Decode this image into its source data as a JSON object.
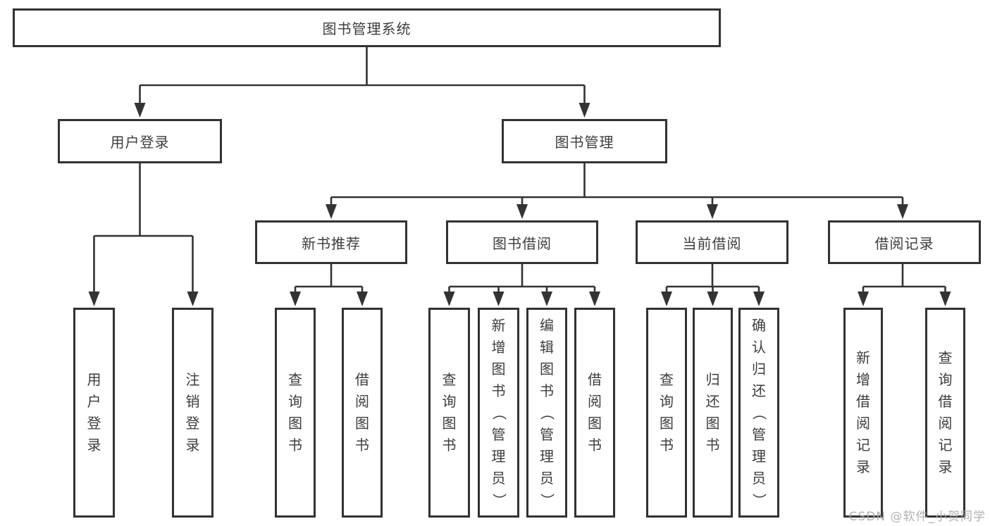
{
  "diagram": {
    "colors": {
      "line": "#333333",
      "box_border": "#323232",
      "box_background": "#ffffff",
      "text": "#3d3d3d",
      "watermark": "#a9a9a9"
    },
    "tree": {
      "root": {
        "label": "图书管理系统",
        "children": [
          {
            "label": "用户登录",
            "children": [
              {
                "label": "用户登录"
              },
              {
                "label": "注销登录"
              }
            ]
          },
          {
            "label": "图书管理",
            "children": [
              {
                "label": "新书推荐",
                "children": [
                  {
                    "label": "查询图书"
                  },
                  {
                    "label": "借阅图书"
                  }
                ]
              },
              {
                "label": "图书借阅",
                "children": [
                  {
                    "label": "查询图书"
                  },
                  {
                    "label": "新增图书（管理员）"
                  },
                  {
                    "label": "编辑图书（管理员）"
                  },
                  {
                    "label": "借阅图书"
                  }
                ]
              },
              {
                "label": "当前借阅",
                "children": [
                  {
                    "label": "查询图书"
                  },
                  {
                    "label": "归还图书"
                  },
                  {
                    "label": "确认归还（管理员）"
                  }
                ]
              },
              {
                "label": "借阅记录",
                "children": [
                  {
                    "label": "新增借阅记录"
                  },
                  {
                    "label": "查询借阅记录"
                  }
                ]
              }
            ]
          }
        ]
      }
    }
  },
  "watermark": {
    "text": "CSDN @软件_小贺同学"
  }
}
